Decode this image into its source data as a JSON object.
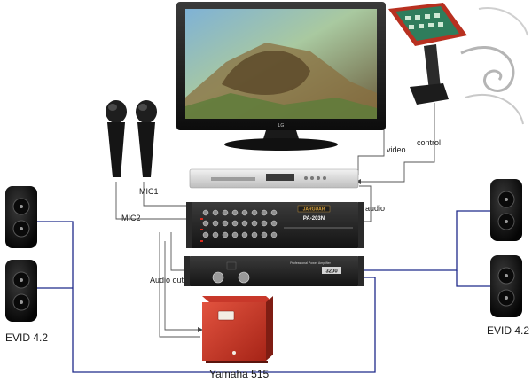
{
  "labels": {
    "video": "video",
    "control": "control",
    "mic1": "MIC1",
    "mic2": "MIC2",
    "audio": "audio",
    "audio_out": "Audio out",
    "evid_left": "EVID 4.2",
    "evid_right": "EVID 4.2",
    "yamaha": "Yamaha 515"
  },
  "devices": {
    "tv_logo": "LG",
    "mixer_model": "PA-203N",
    "mixer_brand": "JARGUAR",
    "amp_brand": "Professional Power Amplifier",
    "amp_model": "3200"
  },
  "colors": {
    "speaker_line": "#1f2a8a",
    "signal_line": "#555555",
    "subwoofer": "#d8392b",
    "touch_panel": "#b83020"
  }
}
